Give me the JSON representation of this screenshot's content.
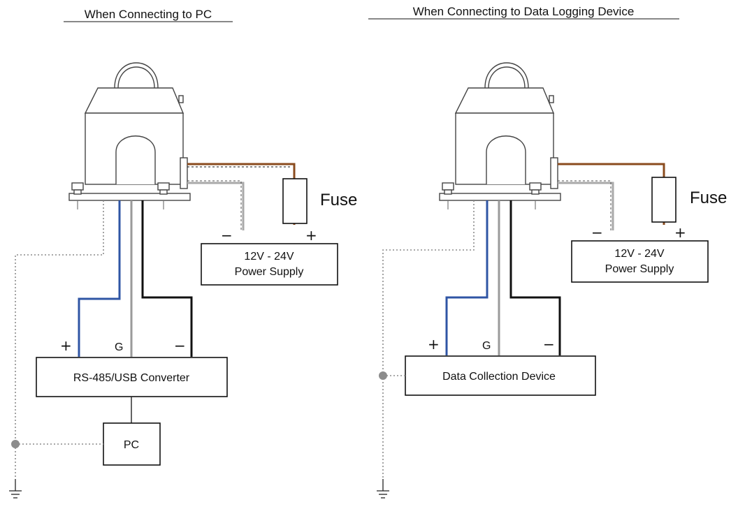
{
  "left": {
    "title": "When Connecting to PC",
    "fuse": "Fuse",
    "power_supply": [
      "12V - 24V",
      "Power Supply"
    ],
    "ps_minus": "−",
    "ps_plus": "+",
    "conv_plus": "+",
    "conv_g": "G",
    "conv_minus": "−",
    "converter": "RS-485/USB Converter",
    "pc": "PC"
  },
  "right": {
    "title": "When Connecting to Data Logging Device",
    "fuse": "Fuse",
    "power_supply": [
      "12V - 24V",
      "Power Supply"
    ],
    "ps_minus": "−",
    "ps_plus": "+",
    "conv_plus": "+",
    "conv_g": "G",
    "conv_minus": "−",
    "device": "Data Collection Device"
  },
  "colors": {
    "power_positive_wire": "#8a4b1e",
    "power_negative_wire": "#a9a9a9",
    "signal_plus_wire": "#2f55a4",
    "signal_g_wire": "#9a9a9a",
    "signal_minus_wire": "#111111",
    "ground_wire": "#8c8c8c"
  },
  "icons": [
    "sensor-device-icon",
    "fuse-icon",
    "ground-icon"
  ]
}
